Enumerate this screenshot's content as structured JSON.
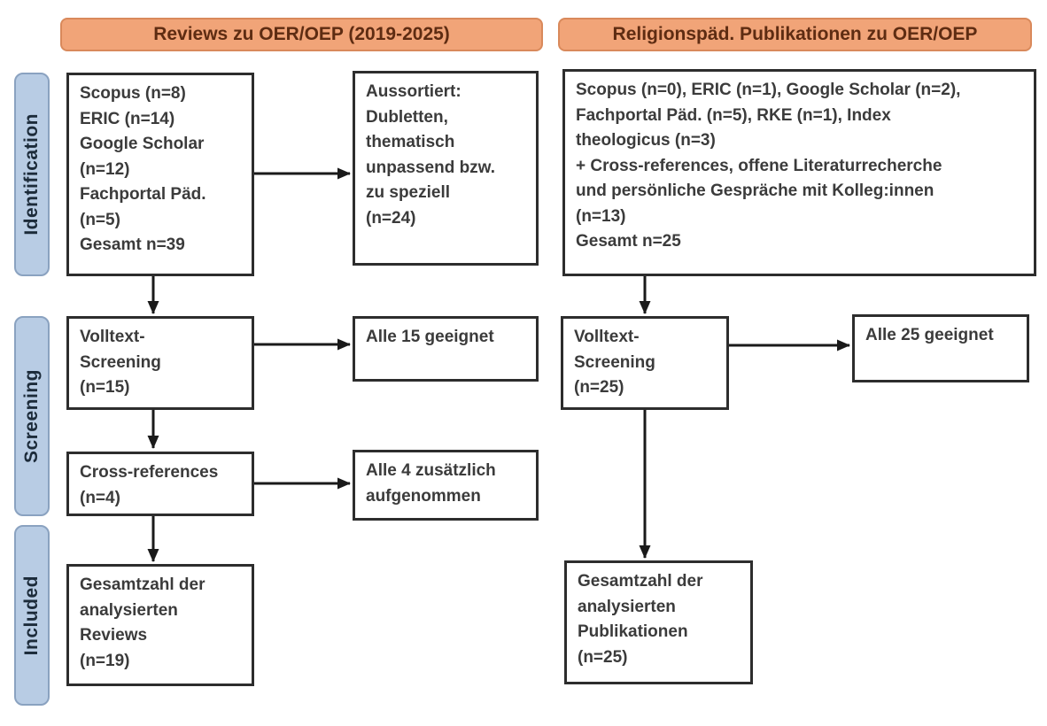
{
  "headers": {
    "left": "Reviews zu OER/OEP (2019-2025)",
    "right": "Religionspäd. Publikationen zu OER/OEP"
  },
  "stages": [
    {
      "label": "Identification"
    },
    {
      "label": "Screening"
    },
    {
      "label": "Included"
    }
  ],
  "left_flow": {
    "sources": "Scopus (n=8)\nERIC (n=14)\nGoogle Scholar\n(n=12)\nFachportal Päd.\n(n=5)\nGesamt n=39",
    "excluded": "Aussortiert:\nDubletten,\nthematisch\nunpassend bzw.\nzu speziell\n(n=24)",
    "screening": "Volltext-\nScreening\n(n=15)",
    "screening_result": "Alle 15 geeignet",
    "cross_references": "Cross-references\n(n=4)",
    "cross_references_result": "Alle 4 zusätzlich\naufgenommen",
    "included": "Gesamtzahl der\nanalysierten\nReviews\n(n=19)"
  },
  "right_flow": {
    "sources": "Scopus (n=0), ERIC (n=1), Google Scholar (n=2),\nFachportal Päd. (n=5), RKE (n=1), Index\ntheologicus (n=3)\n+ Cross-references, offene Literaturrecherche\nund persönliche Gespräche mit Kolleg:innen\n(n=13)\nGesamt n=25",
    "screening": "Volltext-\nScreening\n(n=25)",
    "screening_result": "Alle 25 geeignet",
    "included": "Gesamtzahl der\nanalysierten\nPublikationen\n(n=25)"
  },
  "colors": {
    "header_fill": "#f1a478",
    "header_border": "#d9895b",
    "header_text": "#5e2c12",
    "stage_fill": "#b8cce4",
    "stage_border": "#8aa2c0",
    "stage_text": "#1c2b3a",
    "box_border": "#2d2d2d",
    "box_text": "#3b3b3b",
    "arrow": "#1a1a1a"
  }
}
